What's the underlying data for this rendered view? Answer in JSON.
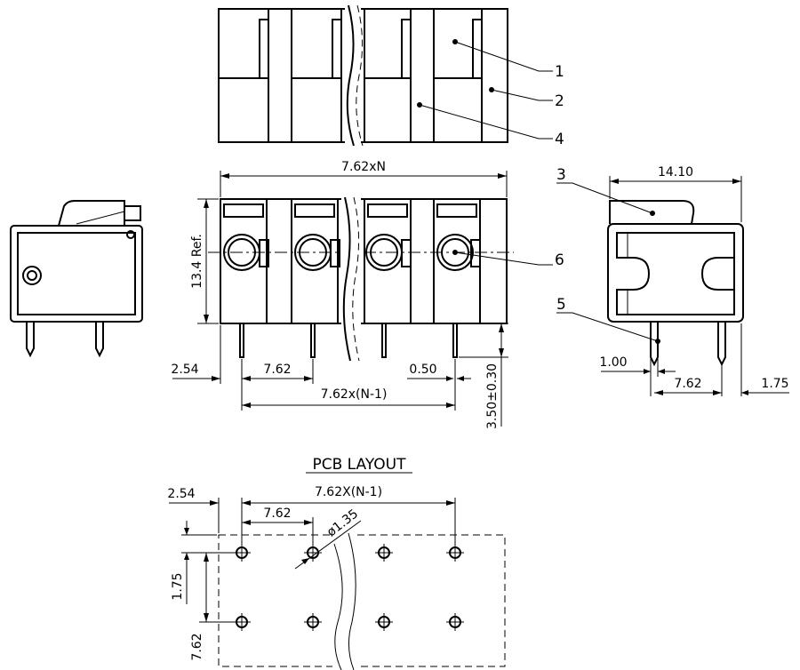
{
  "dimensions": {
    "width_total": "7.62xN",
    "height_ref": "13.4 Ref.",
    "depth": "14.10",
    "left_offset": "2.54",
    "pitch": "7.62",
    "pitch_n_minus_1": "7.62x(N-1)",
    "pin_width": "0.50",
    "pin_length": "3.50±0.30",
    "side_pin_width": "1.00",
    "side_pitch": "7.62",
    "side_offset": "1.75"
  },
  "callouts": [
    "1",
    "2",
    "3",
    "4",
    "5",
    "6"
  ],
  "pcb": {
    "title": "PCB  LAYOUT",
    "left_offset": "2.54",
    "pitch_n_minus_1": "7.62X(N-1)",
    "pitch": "7.62",
    "hole_dia": "ø1.35",
    "row_offset": "1.75",
    "row_pitch": "7.62"
  }
}
